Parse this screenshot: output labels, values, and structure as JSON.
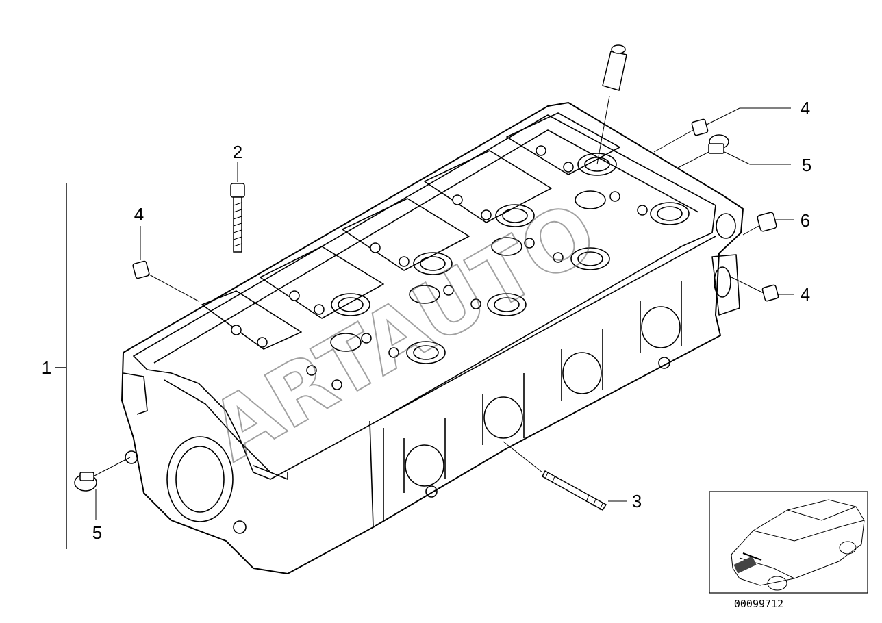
{
  "diagram": {
    "callouts": [
      {
        "id": "c1",
        "label": "1"
      },
      {
        "id": "c2",
        "label": "2"
      },
      {
        "id": "c3",
        "label": "3"
      },
      {
        "id": "c4a",
        "label": "4"
      },
      {
        "id": "c4b",
        "label": "4"
      },
      {
        "id": "c4c",
        "label": "4"
      },
      {
        "id": "c5a",
        "label": "5"
      },
      {
        "id": "c5b",
        "label": "5"
      },
      {
        "id": "c6",
        "label": "6"
      }
    ],
    "reference_number": "00099712",
    "watermark": "ARTAUTO"
  }
}
